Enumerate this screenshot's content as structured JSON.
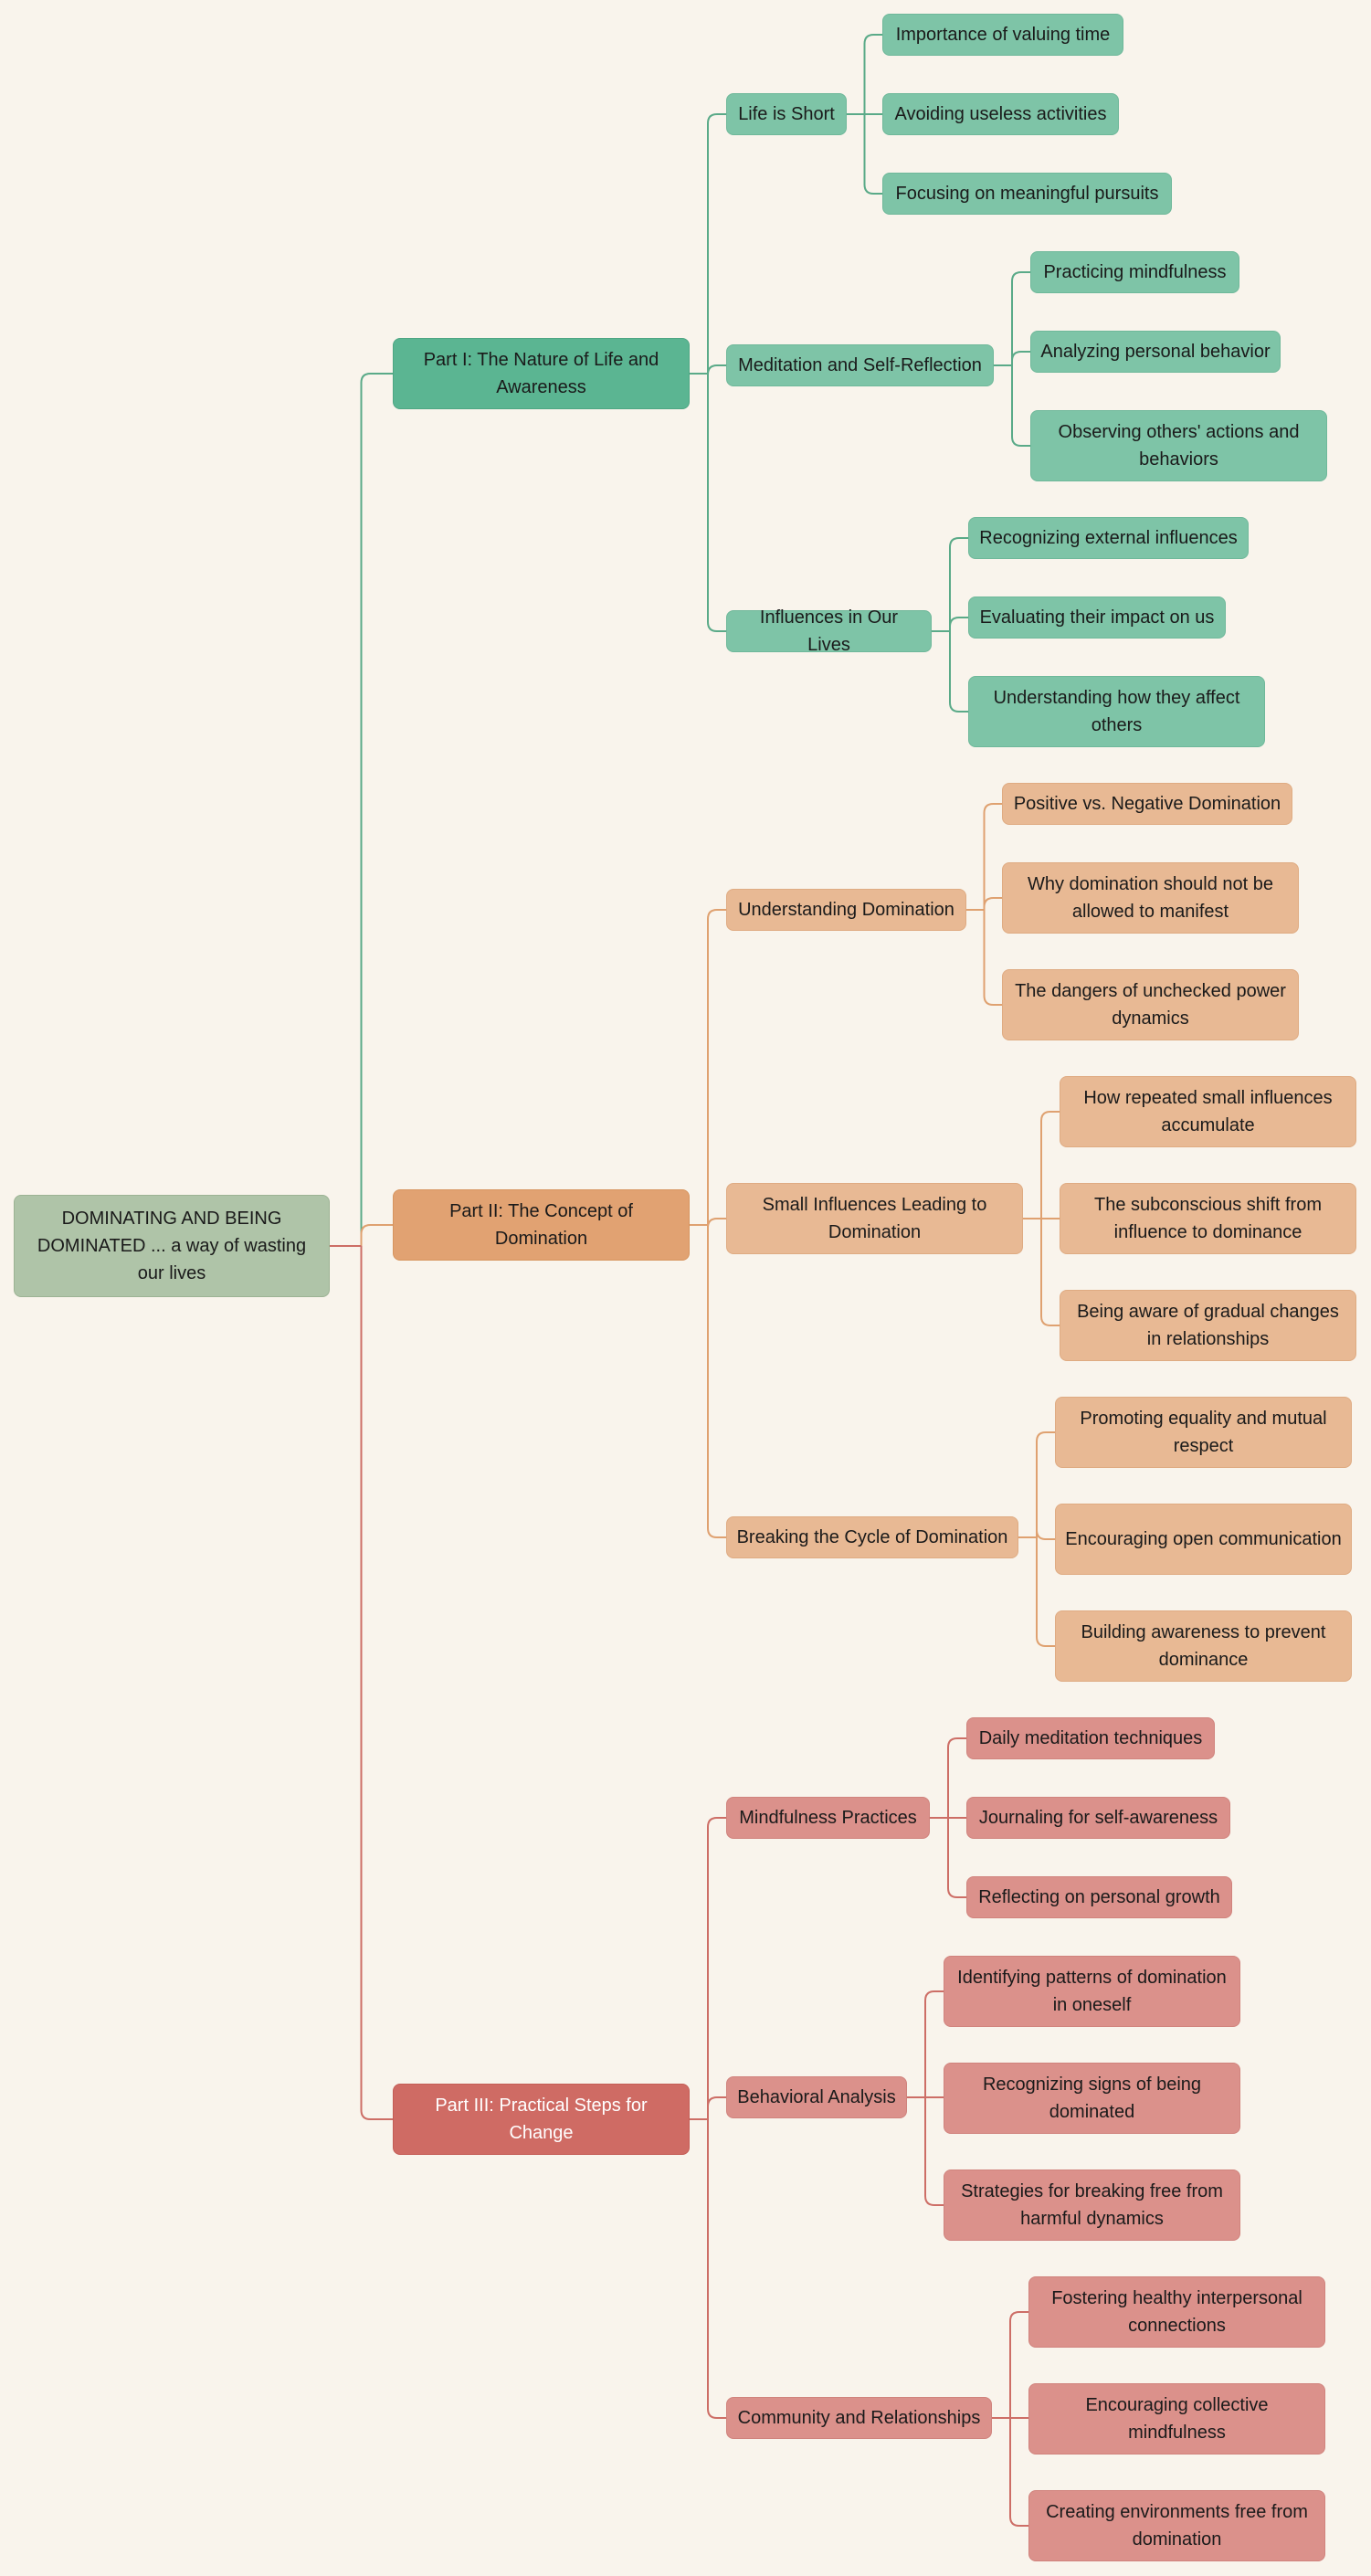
{
  "colors": {
    "background": "#f9f4ec",
    "root": "#afc4a8",
    "part1": "#5bb592",
    "part1_children": "#7ec4a7",
    "part1_line": "#5aaa88",
    "part2": "#e1a272",
    "part2_children": "#e8b994",
    "part2_line": "#dfa170",
    "part3": "#cf6b64",
    "part3_children": "#db918b",
    "part3_line": "#cd6e66"
  },
  "mindmap": {
    "root": "DOMINATING AND BEING DOMINATED ... a way of wasting our lives",
    "parts": [
      {
        "title": "Part I: The Nature of Life and Awareness",
        "topics": [
          {
            "title": "Life is Short",
            "items": [
              "Importance of valuing time",
              "Avoiding useless activities",
              "Focusing on meaningful pursuits"
            ]
          },
          {
            "title": "Meditation and Self-Reflection",
            "items": [
              "Practicing mindfulness",
              "Analyzing personal behavior",
              "Observing others' actions and behaviors"
            ]
          },
          {
            "title": "Influences in Our Lives",
            "items": [
              "Recognizing external influences",
              "Evaluating their impact on us",
              "Understanding how they affect others"
            ]
          }
        ]
      },
      {
        "title": "Part II: The Concept of Domination",
        "topics": [
          {
            "title": "Understanding Domination",
            "items": [
              "Positive vs. Negative Domination",
              "Why domination should not be allowed to manifest",
              "The dangers of unchecked power dynamics"
            ]
          },
          {
            "title": "Small Influences Leading to Domination",
            "items": [
              "How repeated small influences accumulate",
              "The subconscious shift from influence to dominance",
              "Being aware of gradual changes in relationships"
            ]
          },
          {
            "title": "Breaking the Cycle of Domination",
            "items": [
              "Promoting equality and mutual respect",
              "Encouraging open communication",
              "Building awareness to prevent dominance"
            ]
          }
        ]
      },
      {
        "title": "Part III: Practical Steps for Change",
        "topics": [
          {
            "title": "Mindfulness Practices",
            "items": [
              "Daily meditation techniques",
              "Journaling for self-awareness",
              "Reflecting on personal growth"
            ]
          },
          {
            "title": "Behavioral Analysis",
            "items": [
              "Identifying patterns of domination in oneself",
              "Recognizing signs of being dominated",
              "Strategies for breaking free from harmful dynamics"
            ]
          },
          {
            "title": "Community and Relationships",
            "items": [
              "Fostering healthy interpersonal connections",
              "Encouraging collective mindfulness",
              "Creating environments free from domination"
            ]
          }
        ]
      }
    ]
  }
}
